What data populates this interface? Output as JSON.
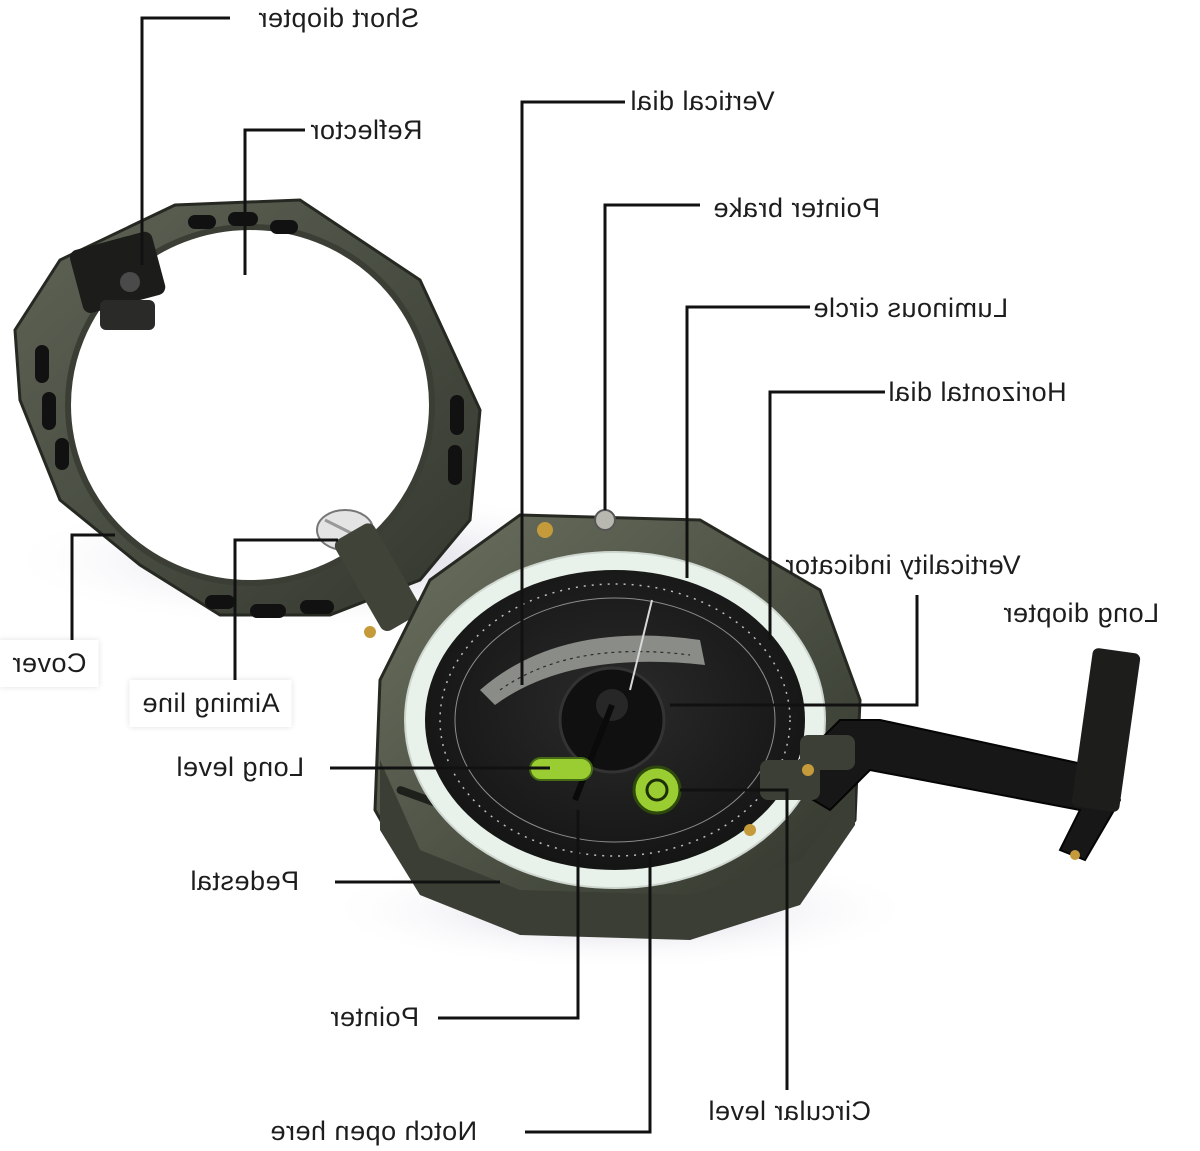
{
  "labels": {
    "short_diopter": "Short diopter",
    "reflector": "Reflector",
    "vertical_dial": "Vertical dial",
    "pointer_brake": "Pointer brake",
    "luminous_circle": "Luminous circle",
    "horizontal_dial": "Horizontal dial",
    "verticality_indicator": "Verticality indicator",
    "long_diopter": "Long diopter",
    "cover": "Cover",
    "aiming_line": "Aiming line",
    "long_level": "Long level",
    "pedestal": "Pedestal",
    "pointer": "Pointer",
    "notch_open_here": "Notch open here",
    "circular_level": "Circular level"
  },
  "colors": {
    "body": "#4d5245",
    "body_dark": "#2f332a",
    "body_light": "#6b705f",
    "luminous": "#e8f2ea",
    "dial_face": "#1b1c1b",
    "bubble": "#9acd32",
    "leader": "#111111"
  }
}
